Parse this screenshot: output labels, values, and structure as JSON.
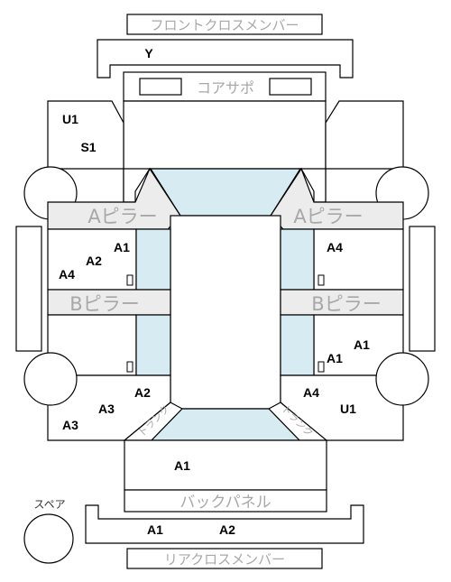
{
  "labels": {
    "front_cross_member": "フロントクロスメンバー",
    "core_support": "コアサポ",
    "a_pillar_left": "Aピラー",
    "a_pillar_right": "Aピラー",
    "b_pillar_left": "Bピラー",
    "b_pillar_right": "Bピラー",
    "back_panel": "バックパネル",
    "rear_cross_member": "リアクロスメンバー",
    "spare": "スペア",
    "trunk_left": "トランク",
    "trunk_right": "トランク"
  },
  "grades": {
    "front_cross_y": "Y",
    "front_left_u1": "U1",
    "front_left_s1": "S1",
    "front_door_left_a1": "A1",
    "front_door_left_a2": "A2",
    "front_door_left_a4": "A4",
    "front_door_right_a4": "A4",
    "rear_door_right_a1": "A1",
    "rear_door_right_a1_2": "A1",
    "rear_left_a2": "A2",
    "rear_left_a3_inner": "A3",
    "rear_left_a3": "A3",
    "rear_right_a4": "A4",
    "rear_right_u1": "U1",
    "trunk_a1": "A1",
    "rear_cross_a1": "A1",
    "rear_cross_a2": "A2"
  },
  "colors": {
    "glass": "#d6ecf2",
    "pillar_fill": "#ececec",
    "outline": "#000000",
    "label_grey": "#a8a8a8"
  }
}
